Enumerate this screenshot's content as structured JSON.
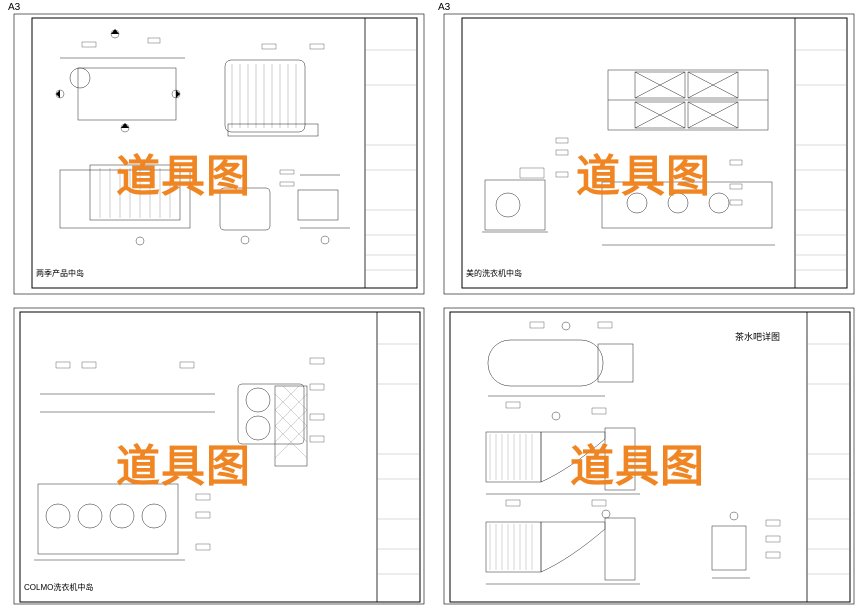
{
  "sheets": [
    {
      "size_label": "A3",
      "caption": "两季产品中岛",
      "stamp": "道具图",
      "title": ""
    },
    {
      "size_label": "A3",
      "caption": "美的洗衣机中岛",
      "stamp": "道具图",
      "title": ""
    },
    {
      "size_label": "",
      "caption": "COLMO洗衣机中岛",
      "stamp": "道具图",
      "title": ""
    },
    {
      "size_label": "",
      "caption": "",
      "stamp": "道具图",
      "title": "茶水吧详图"
    }
  ],
  "colors": {
    "stamp": "#f08018",
    "line": "#000000"
  }
}
